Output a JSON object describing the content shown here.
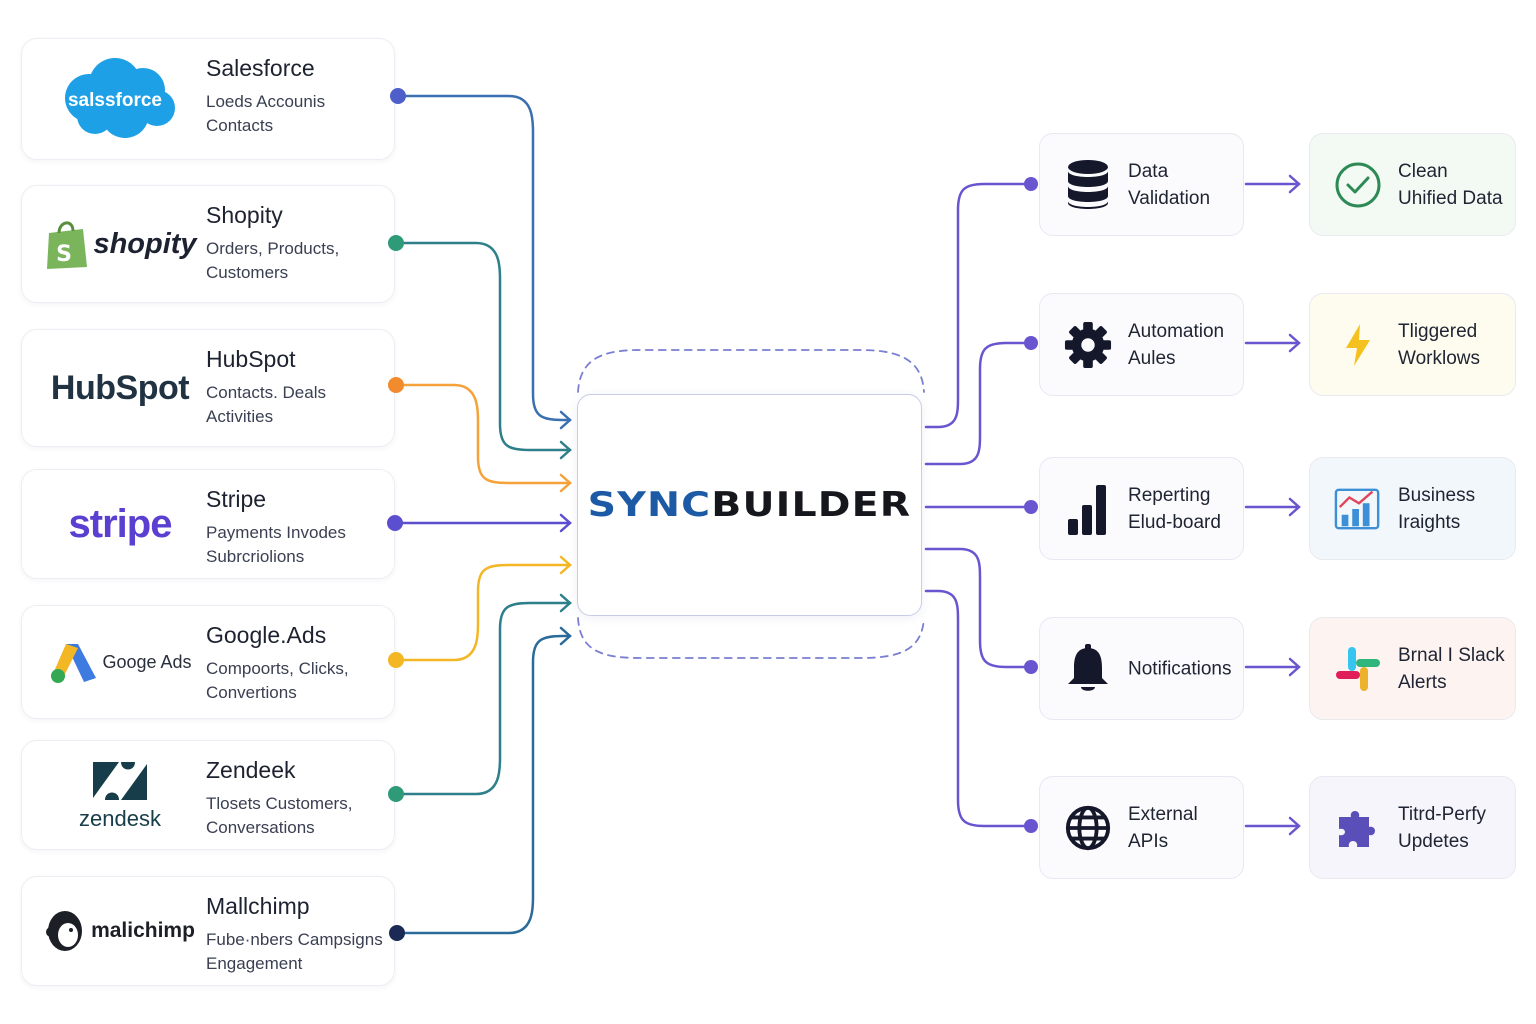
{
  "hub": {
    "part1": "SYNC",
    "part2": "BUILDER"
  },
  "sources": [
    {
      "name": "Salesforce",
      "logo_text": "salssforce",
      "lines": [
        "Loeds Accounis",
        "Contacts"
      ],
      "dot_color": "#4f5fc9",
      "icon": "salesforce-cloud-icon"
    },
    {
      "name": "Shopity",
      "logo_text": "shopity",
      "lines": [
        "Orders, Products,",
        "Customers"
      ],
      "dot_color": "#2f9a78",
      "icon": "shopify-bag-icon"
    },
    {
      "name": "HubSpot",
      "logo_text": "HubSpot",
      "lines": [
        "Contacts. Deals",
        "Activities"
      ],
      "dot_color": "#f28a2e",
      "icon": "hubspot-sprocket-icon"
    },
    {
      "name": "Stripe",
      "logo_text": "stripe",
      "lines": [
        "Payments Invodes",
        "Subrcriolions"
      ],
      "dot_color": "#5b4fd0",
      "icon": "stripe-logo"
    },
    {
      "name": "Google.Ads",
      "logo_text": "Googe Ads",
      "lines": [
        "Compoorts, Clicks,",
        "Convertions"
      ],
      "dot_color": "#f3b625",
      "icon": "google-ads-icon"
    },
    {
      "name": "Zendeek",
      "logo_text": "zendesk",
      "lines": [
        "Tlosets Customers,",
        "Conversations"
      ],
      "dot_color": "#2f9a78",
      "icon": "zendesk-icon"
    },
    {
      "name": "Mallchimp",
      "logo_text": "malichimp",
      "lines": [
        "Fube·nbers Campsigns",
        "Engagement"
      ],
      "dot_color": "#1b2a55",
      "icon": "mailchimp-icon"
    }
  ],
  "processes": [
    {
      "lines": [
        "Data",
        "Validation"
      ],
      "icon": "database-icon",
      "icon_color": "#15172b"
    },
    {
      "lines": [
        "Automation",
        "Aules"
      ],
      "icon": "gear-icon",
      "icon_color": "#15172b"
    },
    {
      "lines": [
        "Reperting",
        "Elud-board"
      ],
      "icon": "bar-chart-icon",
      "icon_color": "#15172b"
    },
    {
      "lines": [
        "Notifications"
      ],
      "icon": "bell-icon",
      "icon_color": "#15172b"
    },
    {
      "lines": [
        "External",
        "APIs"
      ],
      "icon": "globe-icon",
      "icon_color": "#15172b"
    }
  ],
  "outputs": [
    {
      "lines": [
        "Clean",
        "Uhified Data"
      ],
      "icon": "check-circle-icon",
      "bg": "#f3faf4",
      "icon_color": "#2e8a55"
    },
    {
      "lines": [
        "Tliggered",
        "Worklows"
      ],
      "icon": "lightning-bolt-icon",
      "bg": "#fdfcee",
      "icon_color": "#f5c11e"
    },
    {
      "lines": [
        "Business",
        "Iraights"
      ],
      "icon": "growth-chart-icon",
      "bg": "#f2f7fc",
      "icon_color": "#3d8fd6"
    },
    {
      "lines": [
        "Brnal I Slack",
        "Alerts"
      ],
      "icon": "slack-icon",
      "bg": "#fdf3f1",
      "icon_color": "#e0455a"
    },
    {
      "lines": [
        "Titrd-Perfy",
        "Updetes"
      ],
      "icon": "puzzle-piece-icon",
      "bg": "#f6f5fc",
      "icon_color": "#5a4fb8"
    }
  ],
  "colors": {
    "flow_purple": "#6a55d0",
    "hub_border": "#c8cde6",
    "hub_dashed": "#7a7fd0"
  }
}
